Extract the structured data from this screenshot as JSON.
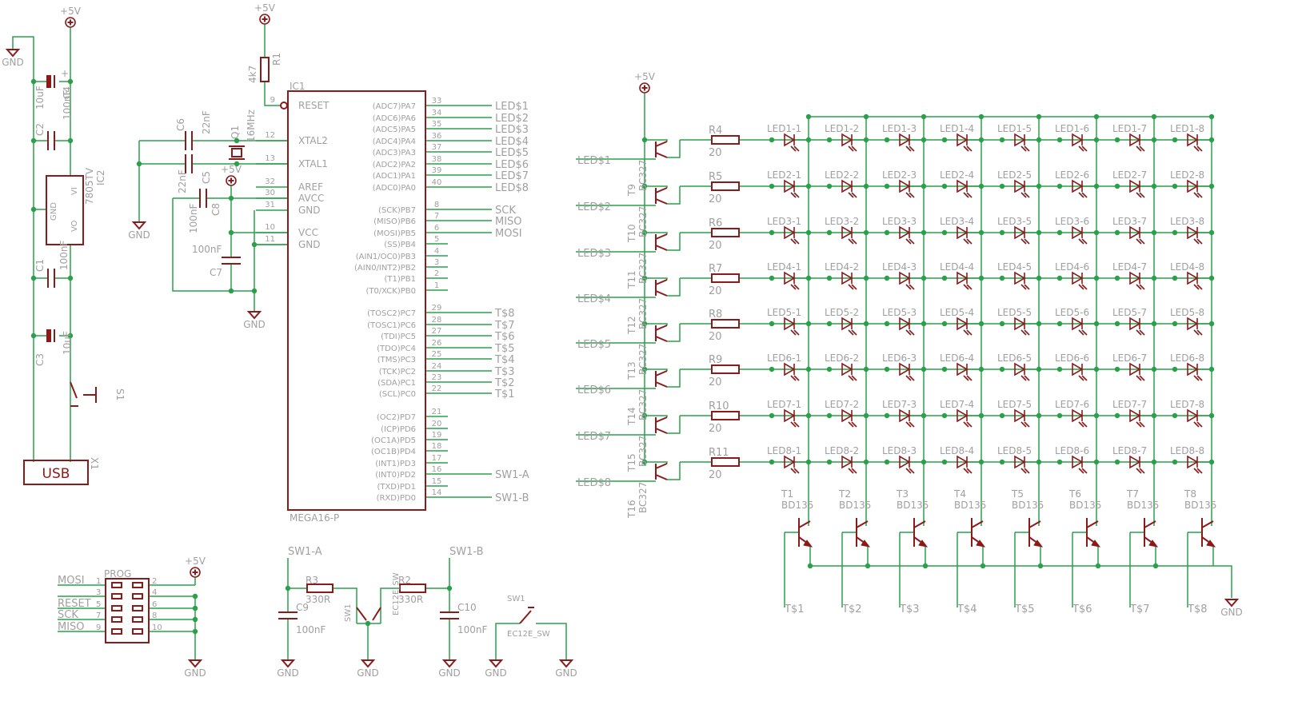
{
  "supply": {
    "vcc": "+5V",
    "gnd": "GND"
  },
  "power": {
    "c4": [
      "10uF",
      "C4",
      "+"
    ],
    "c2": [
      "C2",
      "100nF"
    ],
    "ic2": [
      "IC2",
      "7805TV",
      "VI",
      "GND",
      "VO"
    ],
    "c1": [
      "C1",
      "100nF"
    ],
    "c3": [
      "C3",
      "10uF",
      "+"
    ],
    "s1": [
      "S1"
    ],
    "x1": [
      "X1",
      "USB"
    ]
  },
  "mcu": {
    "ref": "IC1",
    "part": "MEGA16-P",
    "r1": [
      "R1",
      "4k7"
    ],
    "q1": [
      "Q1",
      "16MHz"
    ],
    "caps": {
      "c6": [
        "C6",
        "22nF"
      ],
      "c5": [
        "C5",
        "22nF"
      ],
      "c8": [
        "C8",
        "100nF"
      ],
      "c7": [
        "C7",
        "100nF"
      ]
    },
    "left_pins": [
      {
        "n": "9",
        "name": "RESET"
      },
      {
        "n": "12",
        "name": "XTAL2"
      },
      {
        "n": "13",
        "name": "XTAL1"
      },
      {
        "n": "32",
        "name": "AREF"
      },
      {
        "n": "30",
        "name": "AVCC"
      },
      {
        "n": "31",
        "name": "GND"
      },
      {
        "n": "10",
        "name": "VCC"
      },
      {
        "n": "11",
        "name": "GND"
      }
    ],
    "right_pins": [
      {
        "n": "33",
        "name": "(ADC7)PA7",
        "net": "LED$1"
      },
      {
        "n": "34",
        "name": "(ADC6)PA6",
        "net": "LED$2"
      },
      {
        "n": "35",
        "name": "(ADC5)PA5",
        "net": "LED$3"
      },
      {
        "n": "36",
        "name": "(ADC4)PA4",
        "net": "LED$4"
      },
      {
        "n": "37",
        "name": "(ADC3)PA3",
        "net": "LED$5"
      },
      {
        "n": "38",
        "name": "(ADC2)PA2",
        "net": "LED$6"
      },
      {
        "n": "39",
        "name": "(ADC1)PA1",
        "net": "LED$7"
      },
      {
        "n": "40",
        "name": "(ADC0)PA0",
        "net": "LED$8"
      },
      {
        "n": "8",
        "name": "(SCK)PB7",
        "net": "SCK"
      },
      {
        "n": "7",
        "name": "(MISO)PB6",
        "net": "MISO"
      },
      {
        "n": "6",
        "name": "(MOSI)PB5",
        "net": "MOSI"
      },
      {
        "n": "5",
        "name": "(SS)PB4",
        "net": ""
      },
      {
        "n": "4",
        "name": "(AIN1/OC0)PB3",
        "net": ""
      },
      {
        "n": "3",
        "name": "(AIN0/INT2)PB2",
        "net": ""
      },
      {
        "n": "2",
        "name": "(T1)PB1",
        "net": ""
      },
      {
        "n": "1",
        "name": "(T0/XCK)PB0",
        "net": ""
      },
      {
        "n": "29",
        "name": "(TOSC2)PC7",
        "net": "T$8"
      },
      {
        "n": "28",
        "name": "(TOSC1)PC6",
        "net": "T$7"
      },
      {
        "n": "27",
        "name": "(TDI)PC5",
        "net": "T$6"
      },
      {
        "n": "26",
        "name": "(TDO)PC4",
        "net": "T$5"
      },
      {
        "n": "25",
        "name": "(TMS)PC3",
        "net": "T$4"
      },
      {
        "n": "24",
        "name": "(TCK)PC2",
        "net": "T$3"
      },
      {
        "n": "23",
        "name": "(SDA)PC1",
        "net": "T$2"
      },
      {
        "n": "22",
        "name": "(SCL)PC0",
        "net": "T$1"
      },
      {
        "n": "21",
        "name": "(OC2)PD7",
        "net": ""
      },
      {
        "n": "20",
        "name": "(ICP)PD6",
        "net": ""
      },
      {
        "n": "19",
        "name": "(OC1A)PD5",
        "net": ""
      },
      {
        "n": "18",
        "name": "(OC1B)PD4",
        "net": ""
      },
      {
        "n": "17",
        "name": "(INT1)PD3",
        "net": ""
      },
      {
        "n": "16",
        "name": "(INT0)PD2",
        "net": "SW1-A"
      },
      {
        "n": "15",
        "name": "(TXD)PD1",
        "net": ""
      },
      {
        "n": "14",
        "name": "(RXD)PD0",
        "net": "SW1-B"
      }
    ]
  },
  "prog": {
    "title": "PROG",
    "rows": [
      {
        "sig": "MOSI",
        "l": "1",
        "r": "2"
      },
      {
        "sig": "",
        "l": "3",
        "r": "4"
      },
      {
        "sig": "RESET",
        "l": "5",
        "r": "6"
      },
      {
        "sig": "SCK",
        "l": "7",
        "r": "8"
      },
      {
        "sig": "MISO",
        "l": "9",
        "r": "10"
      }
    ]
  },
  "encoder": {
    "a": "SW1-A",
    "b": "SW1-B",
    "r3": [
      "R3",
      "330R"
    ],
    "r2": [
      "R2",
      "330R"
    ],
    "c9": [
      "C9",
      "100nF"
    ],
    "c10": [
      "C10",
      "100nF"
    ],
    "sw": [
      "SW1",
      "EC12E_SW"
    ]
  },
  "matrix": {
    "rows": [
      "LED$1",
      "LED$2",
      "LED$3",
      "LED$4",
      "LED$5",
      "LED$6",
      "LED$7",
      "LED$8"
    ],
    "row_transistors": [
      "T9",
      "T10",
      "T11",
      "T12",
      "T13",
      "T14",
      "T15",
      "T16"
    ],
    "row_transistor_part": "BC327",
    "row_resistors": [
      "R4",
      "R5",
      "R6",
      "R7",
      "R8",
      "R9",
      "R10",
      "R11"
    ],
    "row_resistor_value": "20",
    "col_transistors": [
      "T1",
      "T2",
      "T3",
      "T4",
      "T5",
      "T6",
      "T7",
      "T8"
    ],
    "col_transistor_part": "BD135",
    "col_nets": [
      "T$1",
      "T$2",
      "T$3",
      "T$4",
      "T$5",
      "T$6",
      "T$7",
      "T$8"
    ],
    "led_prefix": "LED"
  }
}
